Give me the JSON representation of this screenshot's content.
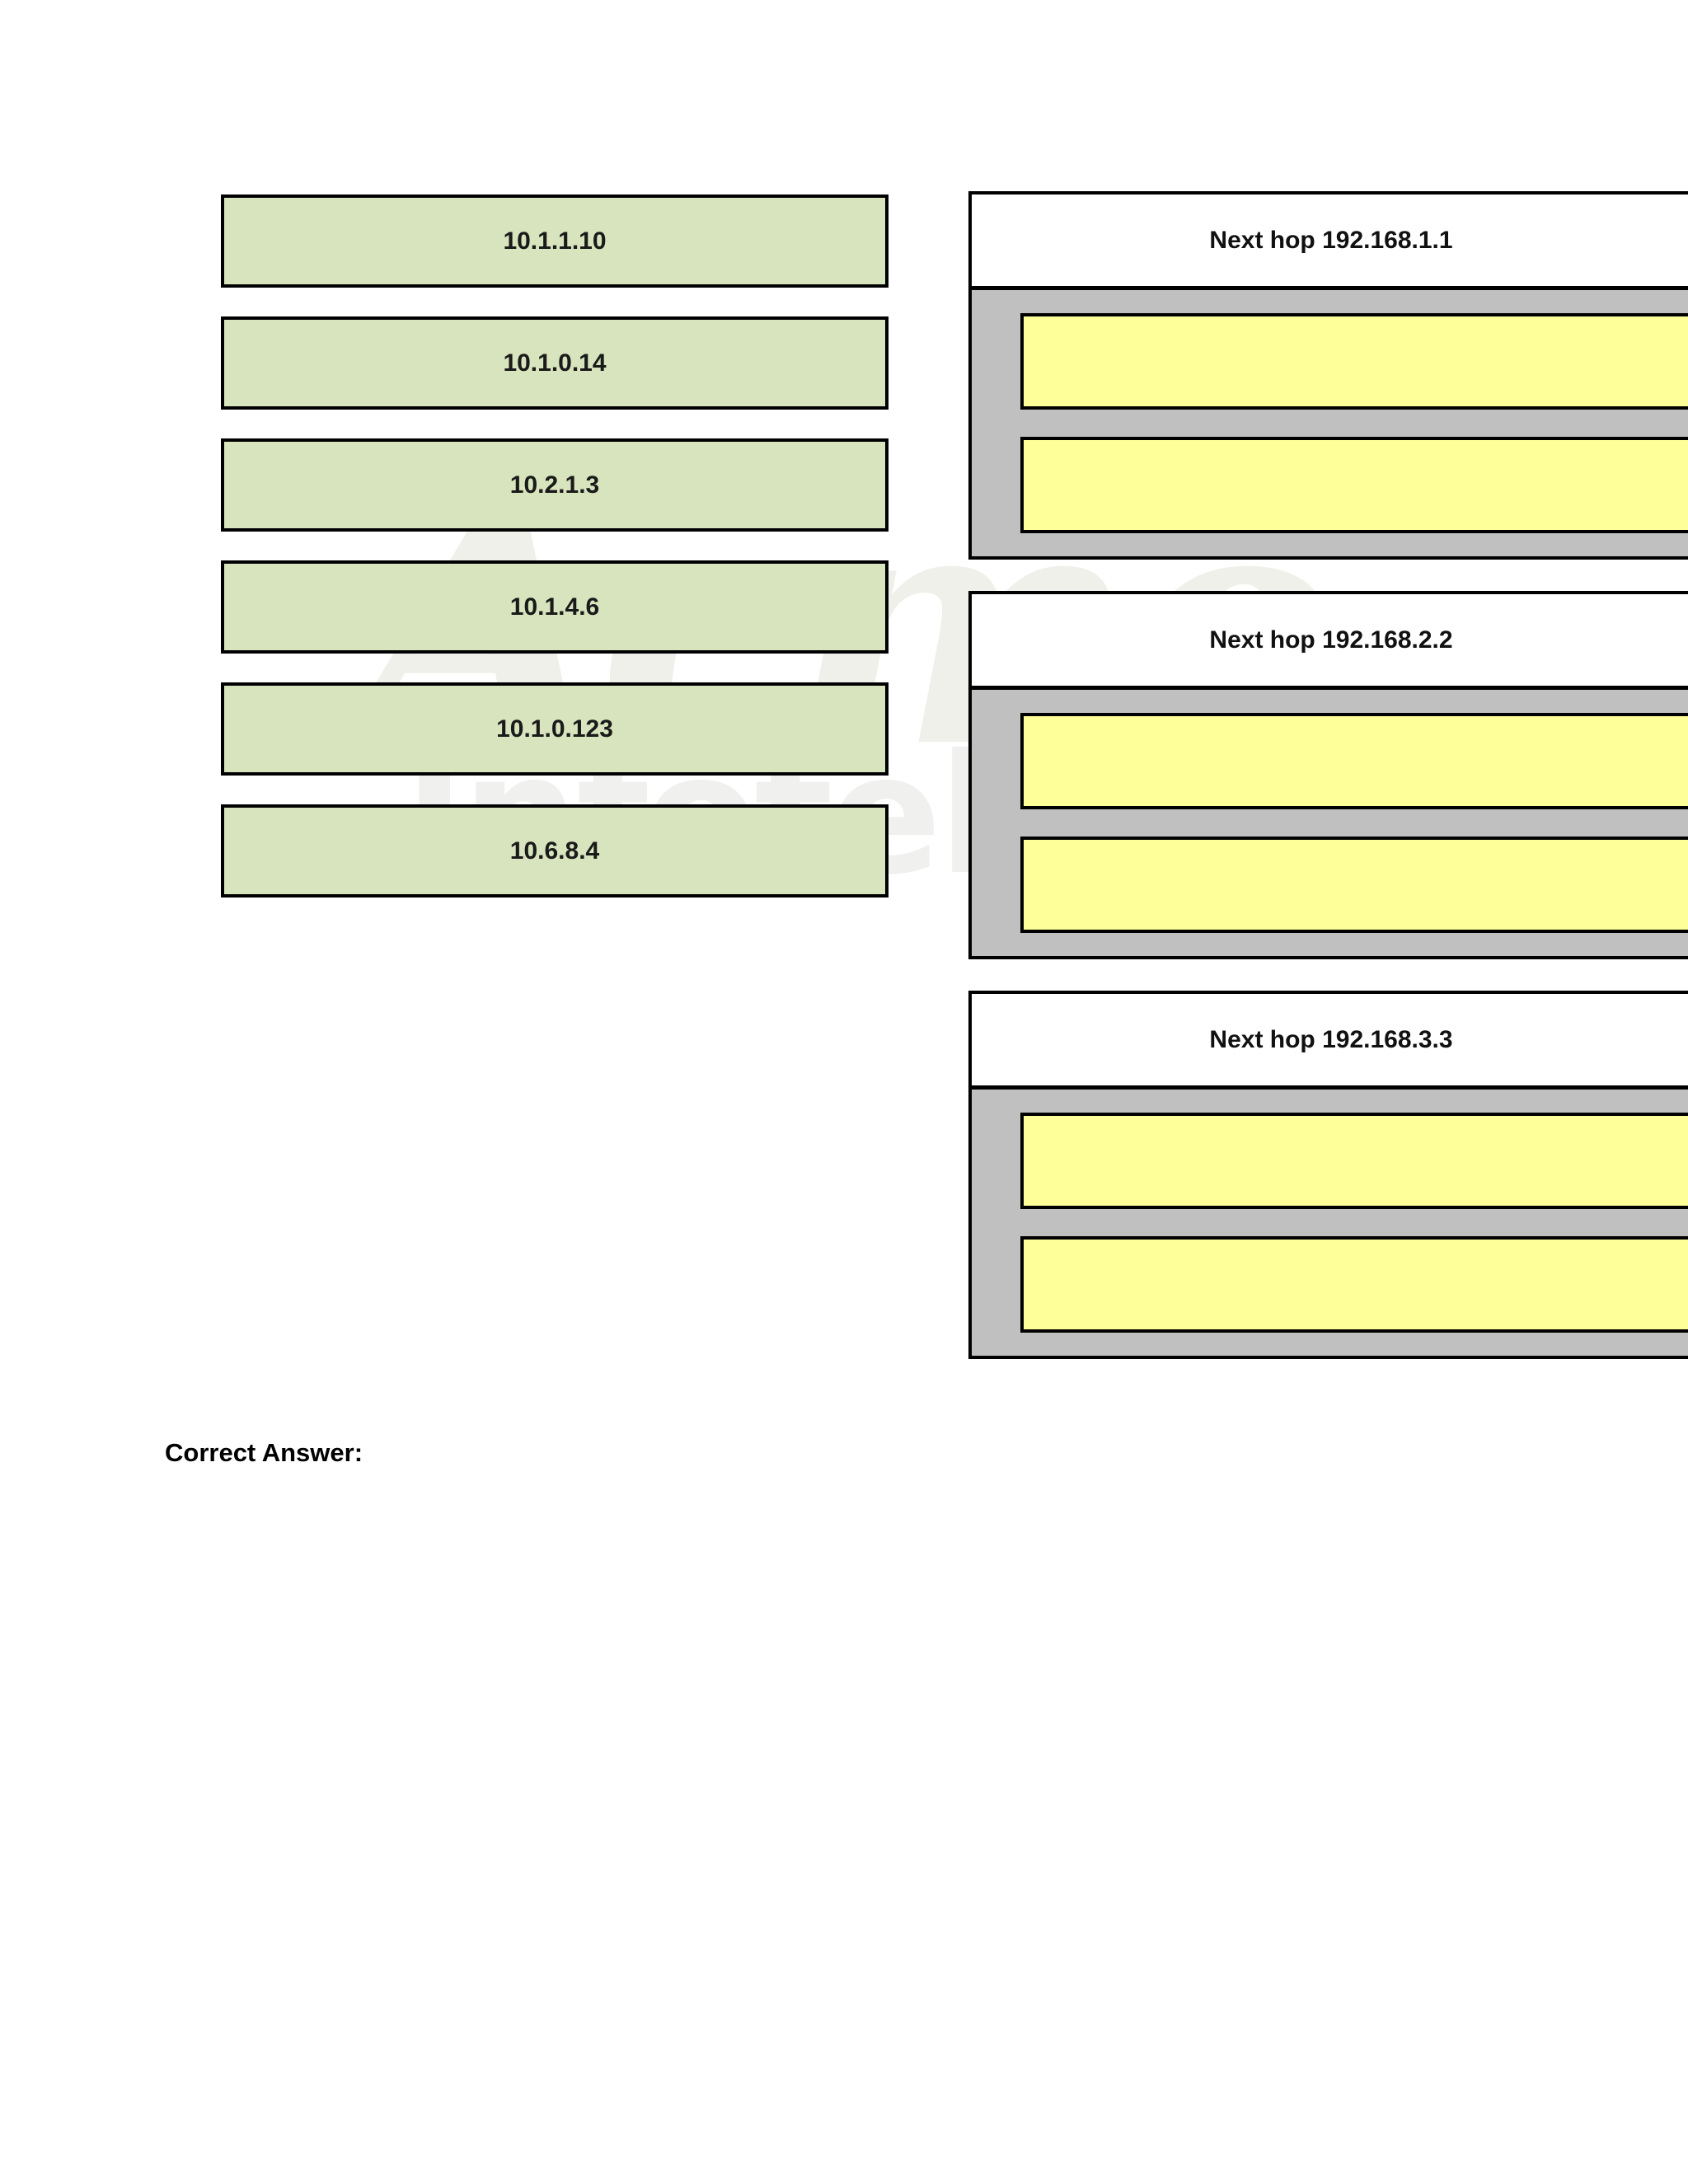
{
  "page": {
    "background_color": "#ffffff",
    "watermark": {
      "script_text": "Acme",
      "block_text": "Infotek"
    },
    "correct_answer_label": "Correct Answer:"
  },
  "colors": {
    "source_fill": "#d7e4bd",
    "target_slot_fill": "#ffff99",
    "panel_body_fill": "#c0c0c0",
    "panel_header_fill": "#ffffff",
    "border": "#000000"
  },
  "source_column": {
    "items": [
      {
        "label": "10.1.1.10"
      },
      {
        "label": "10.1.0.14"
      },
      {
        "label": "10.2.1.3"
      },
      {
        "label": "10.1.4.6"
      },
      {
        "label": "10.1.0.123"
      },
      {
        "label": "10.6.8.4"
      }
    ]
  },
  "target_panels": [
    {
      "header": "Next hop 192.168.1.1",
      "slots": [
        {
          "value": ""
        },
        {
          "value": ""
        }
      ]
    },
    {
      "header": "Next hop 192.168.2.2",
      "slots": [
        {
          "value": ""
        },
        {
          "value": ""
        }
      ]
    },
    {
      "header": "Next hop 192.168.3.3",
      "slots": [
        {
          "value": ""
        },
        {
          "value": ""
        }
      ]
    }
  ]
}
